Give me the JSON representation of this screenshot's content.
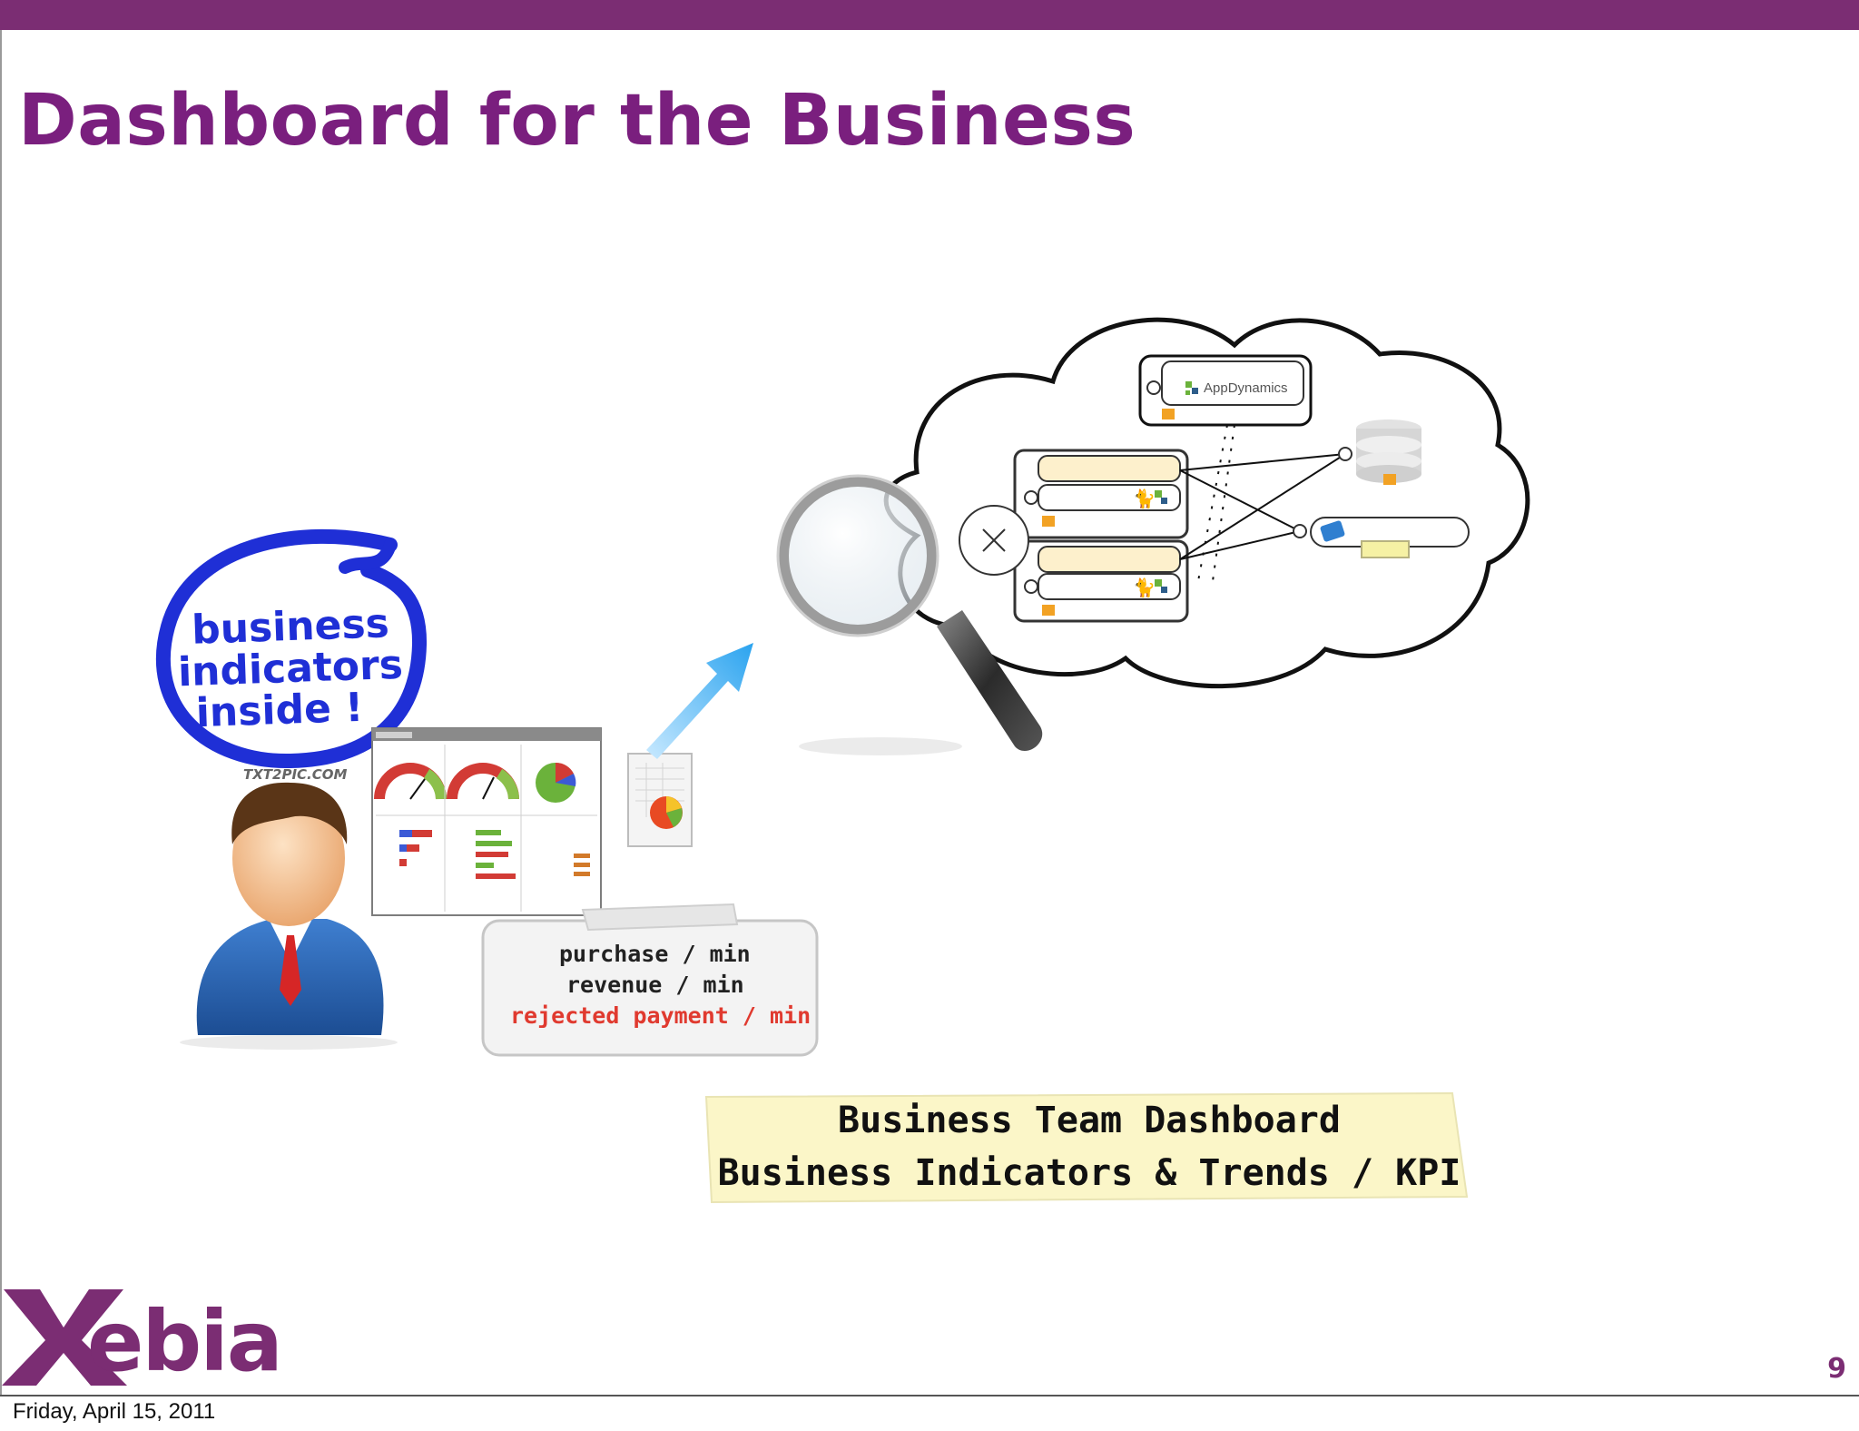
{
  "slide": {
    "title": "Dashboard for the Business",
    "page_number": "9",
    "footer_date": "Friday, April 15, 2011",
    "brand_color": "#7b2d73",
    "title_color": "#7a1f7e"
  },
  "badge": {
    "lines": [
      "business",
      "indicators",
      "inside !"
    ],
    "credit": "TXT2PIC.COM",
    "color": "#1f2fd6"
  },
  "note": {
    "lines": [
      "purchase / min",
      "revenue / min",
      "rejected payment / min"
    ],
    "alert_color": "#e03a2f"
  },
  "app_map": {
    "appdynamics_label": "AppDynamics"
  },
  "kpi_box": {
    "line1": "Business Team Dashboard",
    "line2": "Business Indicators & Trends / KPI"
  },
  "logo": {
    "text": "ebia",
    "icon": "xebia-x-logo-icon"
  }
}
